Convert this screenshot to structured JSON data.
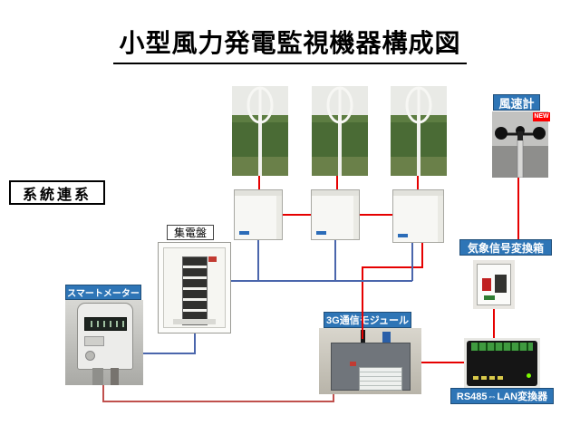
{
  "title": "小型風力発電監視機器構成図",
  "nodes": {
    "grid_connection": {
      "label": "系統連系"
    },
    "anemometer": {
      "label": "風速計",
      "badge": "NEW"
    },
    "wind_turbine": {
      "count": 3
    },
    "collection_panel": {
      "label": "集電盤"
    },
    "smart_meter": {
      "label": "スマートメーター"
    },
    "weather_signal_converter": {
      "label": "気象信号変換箱"
    },
    "module_3g": {
      "label": "3G通信モジュール"
    },
    "rs485_lan_converter": {
      "label": "RS485⇔LAN変換器"
    }
  },
  "colors": {
    "label_bg": "#2E75B6",
    "label_text": "#FFFFFF",
    "badge_bg": "#FF0000",
    "line_red": "#E60000",
    "line_dark_red": "#C0504D",
    "line_blue": "#4A66AC"
  }
}
